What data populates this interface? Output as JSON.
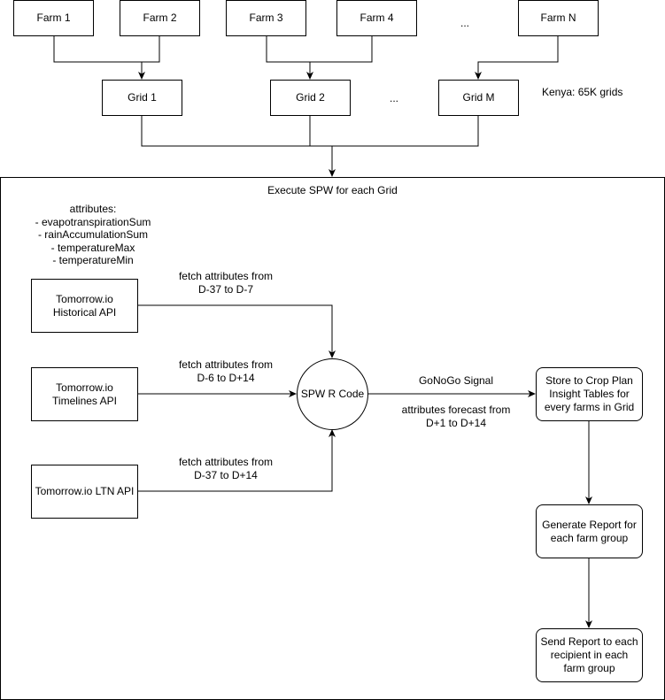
{
  "farms": [
    "Farm 1",
    "Farm 2",
    "Farm 3",
    "Farm 4",
    "Farm N"
  ],
  "farm_ellipsis": "...",
  "grids": [
    "Grid 1",
    "Grid 2",
    "Grid M"
  ],
  "grid_ellipsis": "...",
  "grid_note": "Kenya: 65K grids",
  "container_title": "Execute SPW for each Grid",
  "attributes": {
    "title": "attributes:",
    "items": [
      "- evapotranspirationSum",
      "- rainAccumulationSum",
      "- temperatureMax",
      "- temperatureMin"
    ]
  },
  "apis": {
    "historical": "Tomorrow.io Historical API",
    "timelines": "Tomorrow.io Timelines API",
    "ltn": "Tomorrow.io LTN API"
  },
  "edges": {
    "historical_line1": "fetch attributes from",
    "historical_line2": "D-37 to D-7",
    "timelines_line1": "fetch attributes from",
    "timelines_line2": "D-6 to D+14",
    "ltn_line1": "fetch attributes from",
    "ltn_line2": "D-37 to D+14",
    "signal": "GoNoGo Signal",
    "forecast_line1": "attributes forecast from",
    "forecast_line2": "D+1 to D+14"
  },
  "spw_node": "SPW R Code",
  "steps": {
    "store": "Store to Crop Plan Insight Tables for every farms in Grid",
    "report": "Generate Report for each farm group",
    "send": "Send Report to each recipient in each farm group"
  }
}
